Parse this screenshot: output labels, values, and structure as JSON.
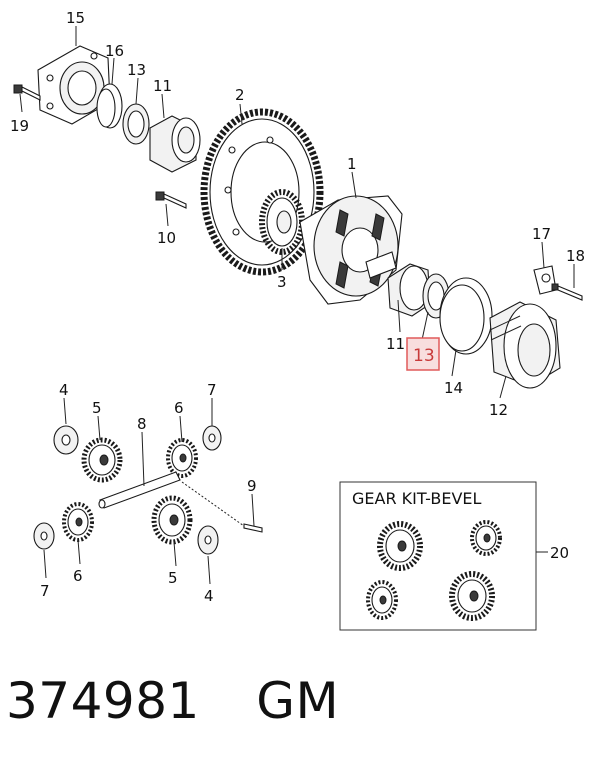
{
  "diagram": {
    "callouts": {
      "c1": "1",
      "c2": "2",
      "c3": "3",
      "c4a": "4",
      "c4b": "4",
      "c5a": "5",
      "c5b": "5",
      "c6a": "6",
      "c6b": "6",
      "c7a": "7",
      "c7b": "7",
      "c8": "8",
      "c9": "9",
      "c10": "10",
      "c11a": "11",
      "c11b": "11",
      "c12": "12",
      "c13a": "13",
      "c13b": "13",
      "c14": "14",
      "c15": "15",
      "c16": "16",
      "c17": "17",
      "c18": "18",
      "c19": "19",
      "c20": "20"
    },
    "highlighted_callout": "13",
    "kit_box_title": "GEAR KIT-BEVEL"
  },
  "footer": {
    "part_number": "374981",
    "brand": "GM"
  }
}
